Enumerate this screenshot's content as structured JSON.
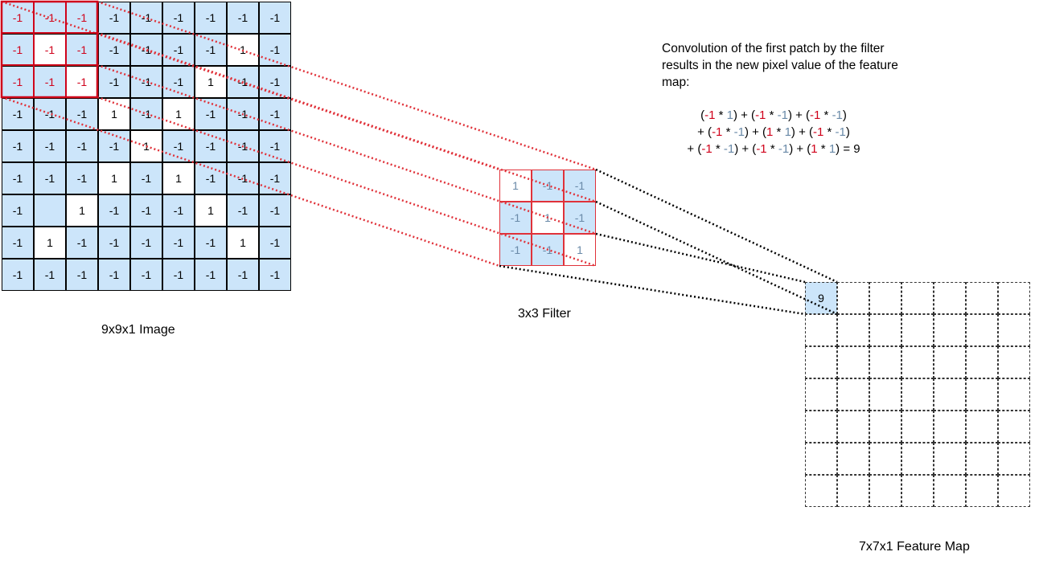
{
  "image": {
    "caption": "9x9x1 Image",
    "values": [
      [
        "-1",
        "-1",
        "-1",
        "-1",
        "-1",
        "-1",
        "-1",
        "-1",
        "-1"
      ],
      [
        "-1",
        "-1",
        "-1",
        "-1",
        "-1",
        "-1",
        "-1",
        "1",
        "-1"
      ],
      [
        "-1",
        "-1",
        "-1",
        "-1",
        "-1",
        "-1",
        "1",
        "-1",
        "-1"
      ],
      [
        "-1",
        "-1",
        "-1",
        "1",
        "-1",
        "1",
        "-1",
        "-1",
        "-1"
      ],
      [
        "-1",
        "-1",
        "-1",
        "-1",
        "1",
        "-1",
        "-1",
        "-1",
        "-1"
      ],
      [
        "-1",
        "-1",
        "-1",
        "1",
        "-1",
        "1",
        "-1",
        "-1",
        "-1"
      ],
      [
        "-1",
        "",
        "1",
        "-1",
        "-1",
        "-1",
        "1",
        "-1",
        "-1"
      ],
      [
        "-1",
        "1",
        "-1",
        "-1",
        "-1",
        "-1",
        "-1",
        "1",
        "-1"
      ],
      [
        "-1",
        "-1",
        "-1",
        "-1",
        "-1",
        "-1",
        "-1",
        "-1",
        "-1"
      ]
    ],
    "white_cells": [
      [
        1,
        1
      ],
      [
        1,
        7
      ],
      [
        2,
        2
      ],
      [
        2,
        6
      ],
      [
        3,
        3
      ],
      [
        3,
        5
      ],
      [
        4,
        4
      ],
      [
        5,
        3
      ],
      [
        5,
        5
      ],
      [
        6,
        2
      ],
      [
        6,
        6
      ],
      [
        7,
        1
      ],
      [
        7,
        7
      ]
    ]
  },
  "filter": {
    "caption": "3x3 Filter",
    "values": [
      [
        "1",
        "-1",
        "-1"
      ],
      [
        "-1",
        "1",
        "-1"
      ],
      [
        "-1",
        "-1",
        "1"
      ]
    ],
    "white_cells": [
      [
        0,
        0
      ],
      [
        1,
        1
      ],
      [
        2,
        2
      ]
    ]
  },
  "feature_map": {
    "caption": "7x7x1 Feature Map",
    "first_value": "9"
  },
  "description": "Convolution of the first patch by the filter results in the new pixel value of the feature map:",
  "formula": {
    "lines": [
      [
        {
          "t": "("
        },
        {
          "t": "-1",
          "c": "r"
        },
        {
          "t": " * "
        },
        {
          "t": "1",
          "c": "b"
        },
        {
          "t": ") + ("
        },
        {
          "t": "-1",
          "c": "r"
        },
        {
          "t": " * "
        },
        {
          "t": "-1",
          "c": "b"
        },
        {
          "t": ") + ("
        },
        {
          "t": "-1",
          "c": "r"
        },
        {
          "t": " * "
        },
        {
          "t": "-1",
          "c": "b"
        },
        {
          "t": ")"
        }
      ],
      [
        {
          "t": "+ ("
        },
        {
          "t": "-1",
          "c": "r"
        },
        {
          "t": " * "
        },
        {
          "t": "-1",
          "c": "b"
        },
        {
          "t": ") + ("
        },
        {
          "t": "1",
          "c": "r"
        },
        {
          "t": " * "
        },
        {
          "t": "1",
          "c": "b"
        },
        {
          "t": ") + ("
        },
        {
          "t": "-1",
          "c": "r"
        },
        {
          "t": " * "
        },
        {
          "t": "-1",
          "c": "b"
        },
        {
          "t": ")"
        }
      ],
      [
        {
          "t": "+ ("
        },
        {
          "t": "-1",
          "c": "r"
        },
        {
          "t": " * "
        },
        {
          "t": "-1",
          "c": "b"
        },
        {
          "t": ") + ("
        },
        {
          "t": "-1",
          "c": "r"
        },
        {
          "t": " * "
        },
        {
          "t": "-1",
          "c": "b"
        },
        {
          "t": ") + ("
        },
        {
          "t": "1",
          "c": "r"
        },
        {
          "t": " * "
        },
        {
          "t": "1",
          "c": "b"
        },
        {
          "t": ")  = 9"
        }
      ]
    ]
  },
  "colors": {
    "cell_fill": "#cce5fa",
    "patch_red": "#d0021b",
    "filter_text": "#6a8aa8",
    "connector_black": "#000000"
  }
}
